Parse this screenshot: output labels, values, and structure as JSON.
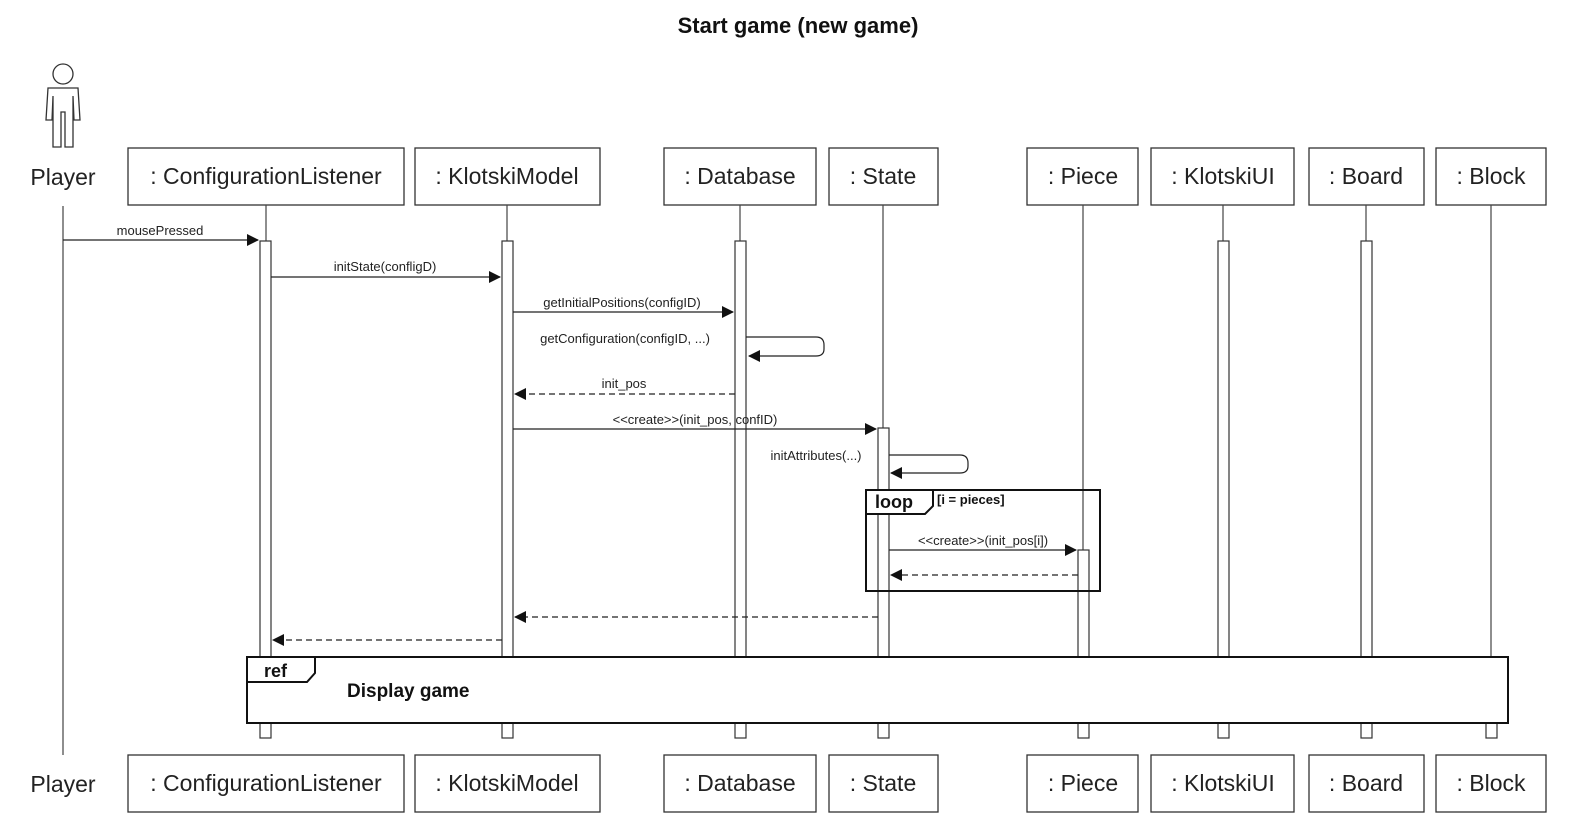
{
  "title": "Start game (new game)",
  "actor": {
    "label": "Player",
    "icon": "stick-figure-icon"
  },
  "participants": [
    ": ConfigurationListener",
    ": KlotskiModel",
    ": Database",
    ": State",
    ": Piece",
    ": KlotskiUI",
    ": Board",
    ": Block"
  ],
  "messages": {
    "m1": "mousePressed",
    "m2": "initState(confligD)",
    "m3": "getInitialPositions(configID)",
    "m4": "getConfiguration(configID, ...)",
    "m5": "init_pos",
    "m6": "<<create>>(init_pos, confID)",
    "m7": "initAttributes(...)",
    "m8": "<<create>>(init_pos[i])"
  },
  "loop": {
    "keyword": "loop",
    "guard": "[i = pieces]"
  },
  "ref": {
    "keyword": "ref",
    "text": "Display game"
  }
}
